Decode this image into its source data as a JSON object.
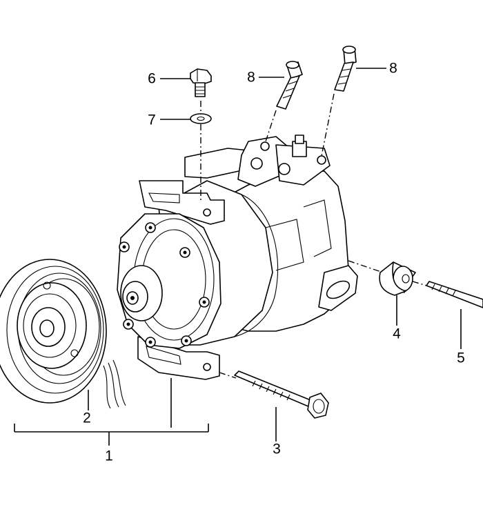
{
  "callouts": [
    {
      "id": "1",
      "label": "1"
    },
    {
      "id": "2",
      "label": "2"
    },
    {
      "id": "3",
      "label": "3"
    },
    {
      "id": "4",
      "label": "4"
    },
    {
      "id": "5",
      "label": "5"
    },
    {
      "id": "6",
      "label": "6"
    },
    {
      "id": "7",
      "label": "7"
    },
    {
      "id": "8a",
      "label": "8"
    },
    {
      "id": "8b",
      "label": "8"
    }
  ]
}
